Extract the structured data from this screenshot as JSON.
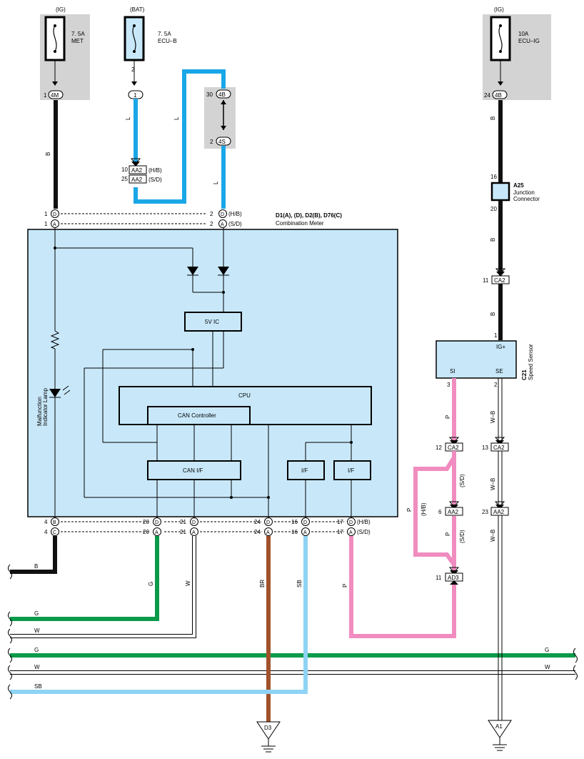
{
  "fuses": {
    "met": {
      "power": "(IG)",
      "rating": "7. 5A",
      "name": "MET",
      "pin": "1",
      "connector": "4M"
    },
    "ecub": {
      "power": "(BAT)",
      "rating": "7. 5A",
      "name": "ECU–B",
      "pin": "2",
      "connector": "1"
    },
    "ecuig": {
      "power": "(IG)",
      "rating": "10A",
      "name": "ECU–IG",
      "pin": "24",
      "connector": "4B"
    }
  },
  "junction_top": {
    "pin_a": "30",
    "conn_a": "4B",
    "pin_b": "2",
    "conn_b": "4S"
  },
  "aa2_top": {
    "pin1": "10",
    "conn1": "AA2",
    "tag1": "(H/B)",
    "pin2": "25",
    "conn2": "AA2",
    "tag2": "(S/D)"
  },
  "junction_connector": {
    "id": "A25",
    "name1": "Junction",
    "name2": "Connector",
    "pin_top": "16",
    "pin_bottom": "20"
  },
  "ca2_upper": {
    "pin": "11",
    "conn": "CA2"
  },
  "speed_sensor": {
    "id": "C21",
    "name": "Speed Sensor",
    "pin_ig": "1",
    "label_ig": "IG+",
    "label_si": "SI",
    "label_se": "SE",
    "pin_si": "3",
    "pin_se": "2"
  },
  "meter": {
    "title": "D1(A), (D), D2(B), D76(C)",
    "subtitle": "Combination Meter",
    "block_5v": "5V IC",
    "block_cpu": "CPU",
    "block_can_ctrl": "CAN Controller",
    "block_can_if": "CAN I/F",
    "block_if1": "I/F",
    "block_if2": "I/F",
    "lamp_label1": "Malfunction",
    "lamp_label2": "Indicator Lamp"
  },
  "top_pins": [
    {
      "pin": "1",
      "conn": "D",
      "pin2": "2",
      "conn2": "D",
      "tag": "(H/B)"
    },
    {
      "pin": "1",
      "conn": "A",
      "pin2": "2",
      "conn2": "A",
      "tag": "(S/D)"
    }
  ],
  "bottom_pins": {
    "row1": [
      {
        "pin": "4",
        "conn": "B"
      },
      {
        "pin": "20",
        "conn": "D"
      },
      {
        "pin": "21",
        "conn": "D"
      },
      {
        "pin": "24",
        "conn": "D"
      },
      {
        "pin": "16",
        "conn": "D"
      },
      {
        "pin": "17",
        "conn": "D",
        "tag": "(H/B)"
      }
    ],
    "row2": [
      {
        "pin": "4",
        "conn": "C"
      },
      {
        "pin": "20",
        "conn": "A"
      },
      {
        "pin": "21",
        "conn": "A"
      },
      {
        "pin": "24",
        "conn": "A"
      },
      {
        "pin": "16",
        "conn": "A"
      },
      {
        "pin": "17",
        "conn": "A",
        "tag": "(S/D)"
      }
    ]
  },
  "right_connectors": {
    "ca2_a": {
      "pin": "12",
      "conn": "CA2"
    },
    "ca2_b": {
      "pin": "13",
      "conn": "CA2"
    },
    "aa2_a": {
      "pin": "6",
      "conn": "AA2"
    },
    "aa2_b": {
      "pin": "23",
      "conn": "AA2"
    },
    "ad3": {
      "pin": "11",
      "conn": "AD3"
    },
    "tag_sd1": "(S/D)",
    "tag_hb": "(H/B)",
    "tag_sd2": "(S/D)"
  },
  "wire_labels": {
    "l1": "L",
    "l2": "L",
    "l3": "L",
    "b1": "B",
    "b2": "B",
    "b3": "B",
    "b4": "B",
    "b_left": "B",
    "g_down": "G",
    "w_down": "W",
    "br": "BR",
    "sb_down": "SB",
    "p_down": "P",
    "p_sensor": "P",
    "wb1": "W–B",
    "wb2": "W–B",
    "wb3": "W–B",
    "p_loop": "P",
    "p_mid": "P",
    "bus_g1": "G",
    "bus_w1": "W",
    "bus_g2": "G",
    "bus_g2r": "G",
    "bus_w2": "W",
    "bus_w2r": "W",
    "bus_sb": "SB"
  },
  "grounds": {
    "left": "D3",
    "right": "A1"
  },
  "colors": {
    "meter_fill": "#c8e8fa",
    "fuse_bg": "#d3d3d3",
    "wire_black": "#111111",
    "wire_blue": "#1aa7e6",
    "wire_lightblue": "#8fd3f4",
    "wire_green": "#0a9a4a",
    "wire_brown": "#a0522d",
    "wire_pink": "#f08cc0",
    "wire_white": "#ffffff"
  }
}
